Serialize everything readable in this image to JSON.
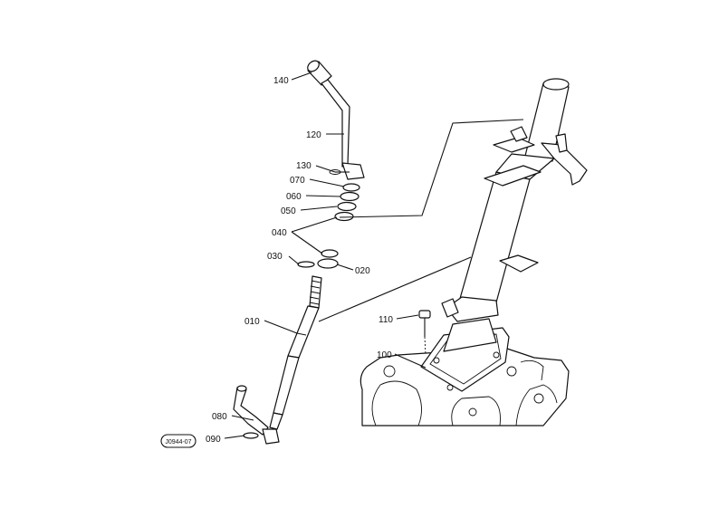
{
  "parts": [
    {
      "id": "p140",
      "label": "140"
    },
    {
      "id": "p120",
      "label": "120"
    },
    {
      "id": "p130",
      "label": "130"
    },
    {
      "id": "p070",
      "label": "070"
    },
    {
      "id": "p060",
      "label": "060"
    },
    {
      "id": "p050",
      "label": "050"
    },
    {
      "id": "p040",
      "label": "040"
    },
    {
      "id": "p030",
      "label": "030"
    },
    {
      "id": "p020",
      "label": "020"
    },
    {
      "id": "p010",
      "label": "010"
    },
    {
      "id": "p110",
      "label": "110"
    },
    {
      "id": "p100",
      "label": "100"
    },
    {
      "id": "p080",
      "label": "080"
    },
    {
      "id": "p090",
      "label": "090"
    }
  ],
  "drawing_ref": "J0944-07"
}
